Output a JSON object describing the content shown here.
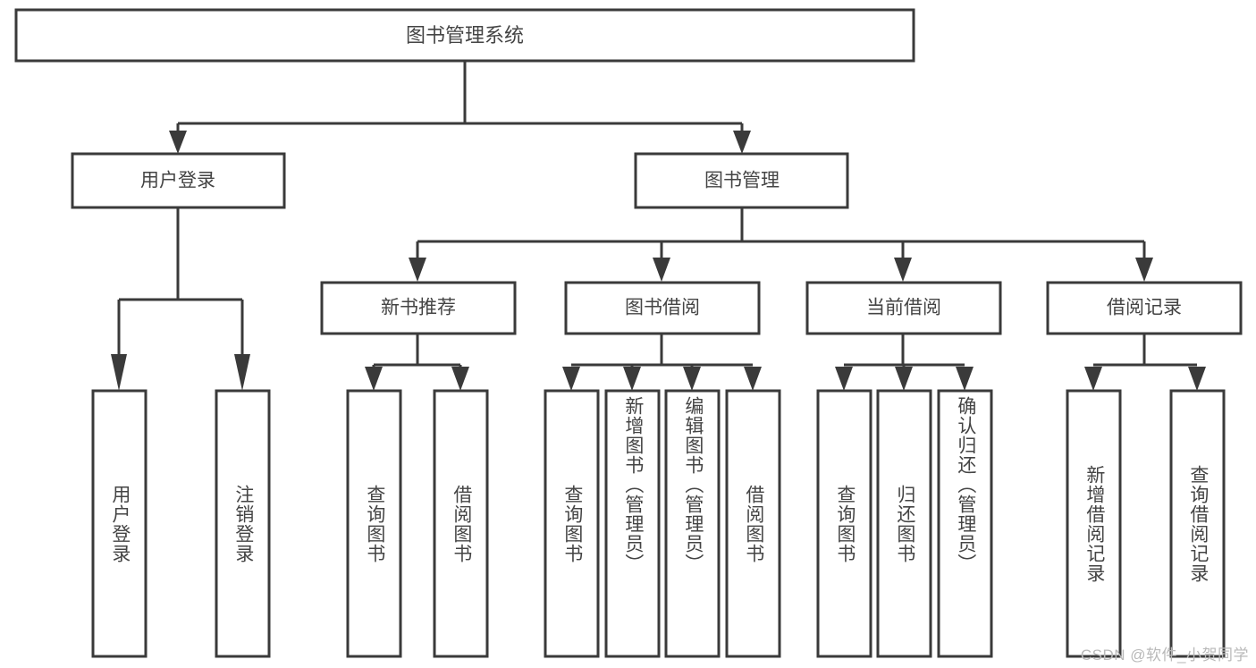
{
  "diagram": {
    "title": "图书管理系统",
    "type": "hierarchy-tree",
    "watermark": "CSDN @软件_小贺同学",
    "root": {
      "label": "图书管理系统",
      "children": [
        {
          "label": "用户登录",
          "children": [
            {
              "label": "用户登录"
            },
            {
              "label": "注销登录"
            }
          ]
        },
        {
          "label": "图书管理",
          "children": [
            {
              "label": "新书推荐",
              "children": [
                {
                  "label": "查询图书"
                },
                {
                  "label": "借阅图书"
                }
              ]
            },
            {
              "label": "图书借阅",
              "children": [
                {
                  "label": "查询图书"
                },
                {
                  "label": "新增图书（管理员）"
                },
                {
                  "label": "编辑图书（管理员）"
                },
                {
                  "label": "借阅图书"
                }
              ]
            },
            {
              "label": "当前借阅",
              "children": [
                {
                  "label": "查询图书"
                },
                {
                  "label": "归还图书"
                },
                {
                  "label": "确认归还（管理员）"
                }
              ]
            },
            {
              "label": "借阅记录",
              "children": [
                {
                  "label": "新增借阅记录"
                },
                {
                  "label": "查询借阅记录"
                }
              ]
            }
          ]
        }
      ]
    },
    "nodes": {
      "root_title": "图书管理系统",
      "l1_user_login": "用户登录",
      "l1_book_mgmt": "图书管理",
      "l2_new_book_rec": "新书推荐",
      "l2_book_borrow": "图书借阅",
      "l2_current_borrow": "当前借阅",
      "l2_borrow_record": "借阅记录",
      "leaf_user_login": "用户登录",
      "leaf_logout": "注销登录",
      "leaf_rec_query": "查询图书",
      "leaf_rec_borrow": "借阅图书",
      "leaf_bb_query": "查询图书",
      "leaf_bb_add": "新增图书（管理员）",
      "leaf_bb_edit": "编辑图书（管理员）",
      "leaf_bb_borrow": "借阅图书",
      "leaf_cb_query": "查询图书",
      "leaf_cb_return": "归还图书",
      "leaf_cb_confirm": "确认归还（管理员）",
      "leaf_br_add": "新增借阅记录",
      "leaf_br_query": "查询借阅记录"
    },
    "colors": {
      "box_stroke": "#3a3a3a",
      "box_fill": "#ffffff",
      "text": "#444444",
      "connector": "#3a3a3a",
      "watermark": "#b9b9b9",
      "background": "#ffffff"
    }
  }
}
